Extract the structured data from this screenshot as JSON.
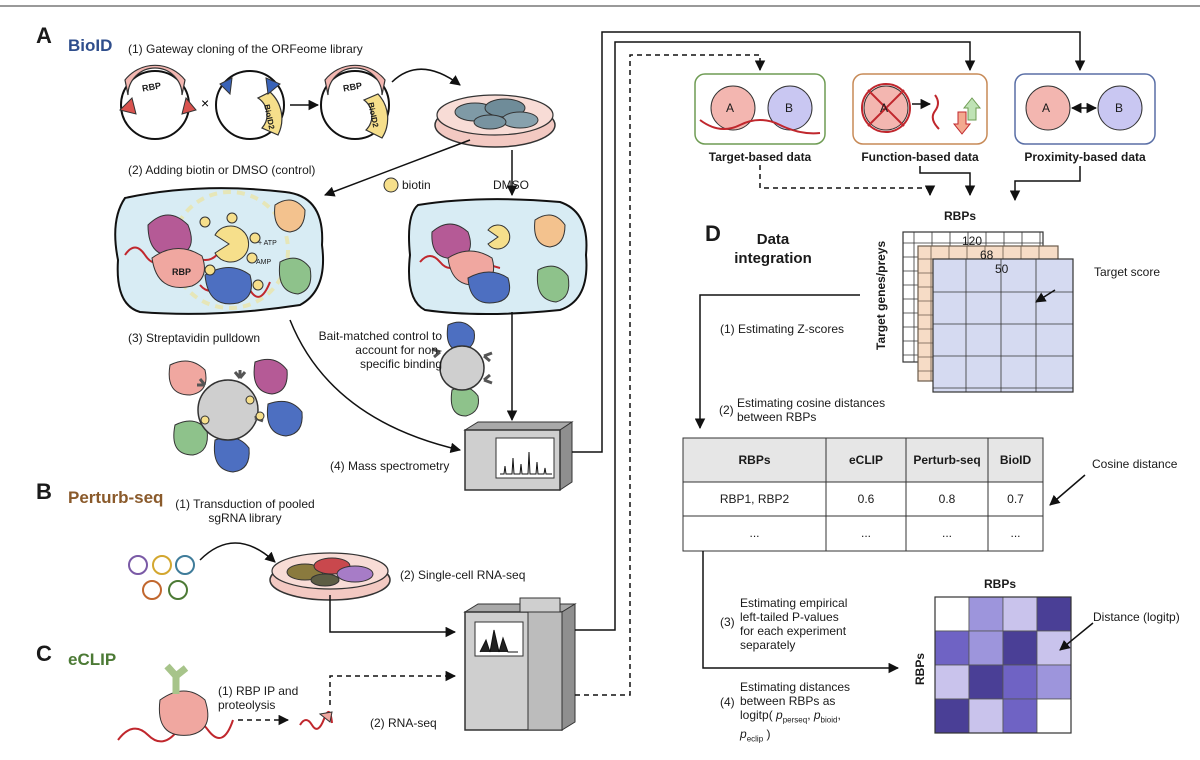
{
  "panel_a": {
    "letter": "A",
    "name": "BioID",
    "name_color": "#2f4e8c",
    "step1": "(1) Gateway cloning of the ORFeome library",
    "plasmid_rbp": "RBP",
    "plasmid_bioid2": "BioID2",
    "step2": "(2) Adding biotin or DMSO (control)",
    "biotin_label": "biotin",
    "dmso_label": "DMSO",
    "atp": "+ ATP",
    "amp": "AMP",
    "cell_rbp": "RBP",
    "step3": "(3) Streptavidin pulldown",
    "bait_control": "Bait-matched control to account for non-specific binding",
    "step4": "(4) Mass spectrometry"
  },
  "panel_b": {
    "letter": "B",
    "name": "Perturb-seq",
    "name_color": "#8a5a2b",
    "step1": "(1) Transduction of pooled sgRNA library",
    "step2": "(2) Single-cell RNA-seq"
  },
  "panel_c": {
    "letter": "C",
    "name": "eCLIP",
    "name_color": "#4c7a35",
    "step1": "(1) RBP IP and proteolysis",
    "step2": "(2) RNA-seq"
  },
  "data_types": {
    "target": "Target-based data",
    "function": "Function-based data",
    "proximity": "Proximity-based data",
    "node_a": "A",
    "node_b": "B"
  },
  "panel_d": {
    "letter": "D",
    "title": "Data integration",
    "rbps_top": "RBPs",
    "axis_left": "Target genes/preys",
    "val_120": "120",
    "val_68": "68",
    "val_50": "50",
    "target_score": "Target score",
    "step1": "(1)  Estimating Z-scores",
    "step2": "Estimating cosine distances between RBPs",
    "step2_num": "(2)",
    "table": {
      "headers": [
        "RBPs",
        "eCLIP",
        "Perturb-seq",
        "BioID"
      ],
      "rows": [
        [
          "RBP1, RBP2",
          "0.6",
          "0.8",
          "0.7"
        ],
        [
          "...",
          "...",
          "...",
          "..."
        ]
      ]
    },
    "cosine_distance": "Cosine distance",
    "step3_num": "(3)",
    "step3": "Estimating empirical left-tailed P-values for each experiment separately",
    "step4_num": "(4)",
    "step4": "Estimating distances between RBPs as logitp(",
    "p_perseq": "perseq",
    "p_bioid": "bioid",
    "p_eclip": "eclip",
    "heat_top": "RBPs",
    "heat_left": "RBPs",
    "heat_label": "Distance (logitp)",
    "heatmap_levels": [
      [
        0,
        2,
        1,
        4
      ],
      [
        3,
        2,
        4,
        1
      ],
      [
        1,
        4,
        3,
        2
      ],
      [
        4,
        1,
        3,
        0
      ]
    ],
    "heat_colors": [
      "#ffffff",
      "#c9c3ec",
      "#9d95dc",
      "#6f63c4",
      "#4a3f96"
    ]
  }
}
